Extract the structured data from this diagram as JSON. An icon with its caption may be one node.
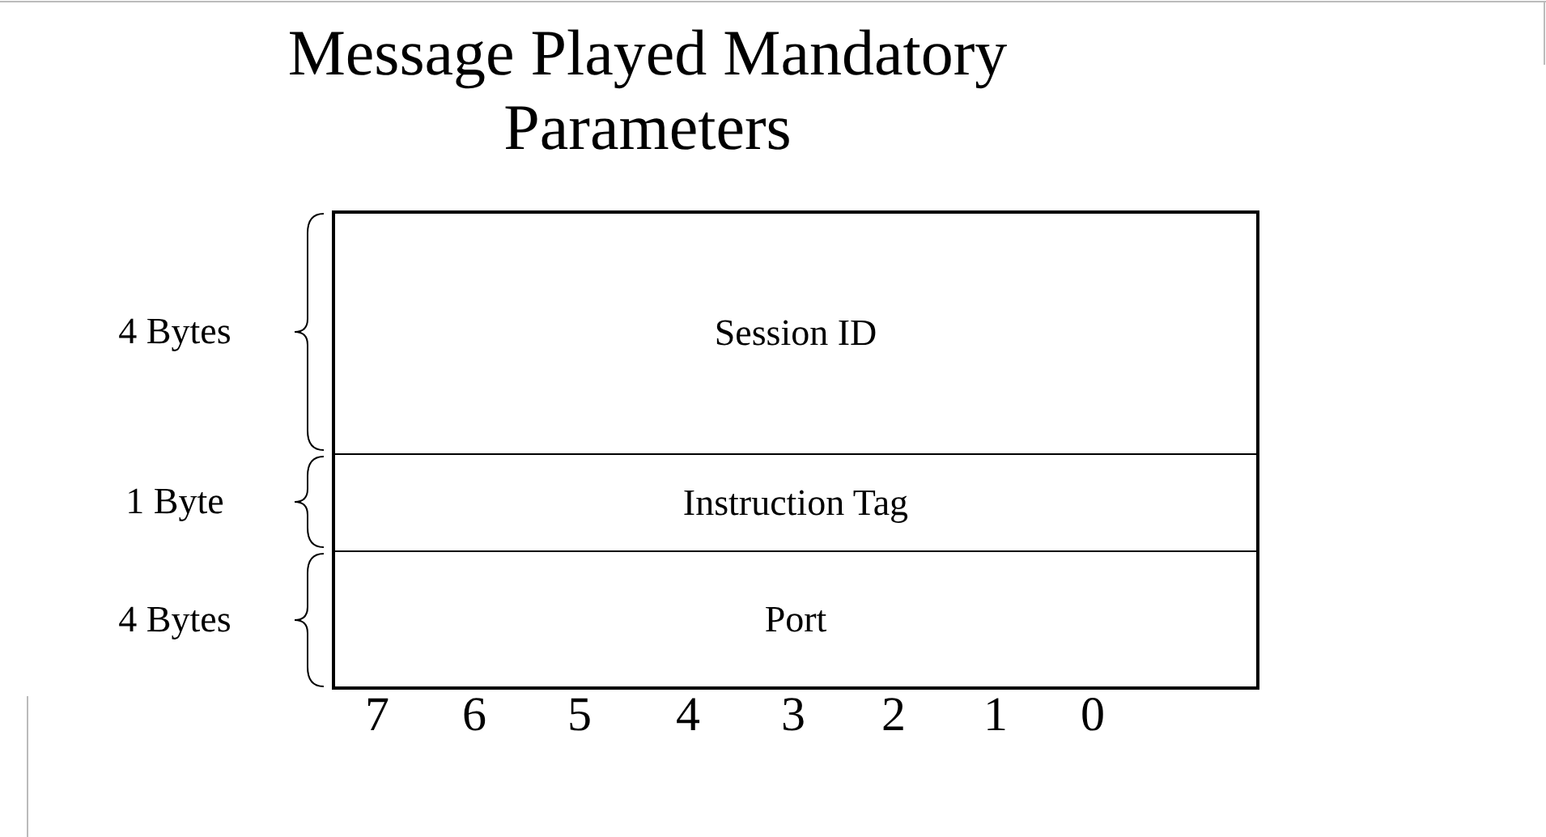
{
  "diagram": {
    "title": "Message Played Mandatory Parameters",
    "nodes": [
      {
        "text": [
          "Session ID"
        ]
      },
      {
        "text": [
          "Instruction Tag"
        ]
      },
      {
        "text": [
          "Port"
        ]
      }
    ],
    "labels": [
      "4 Bytes",
      "1 Byte",
      "4 Bytes",
      "7",
      "6",
      "5",
      "4",
      "3",
      "2",
      "1",
      "0"
    ]
  }
}
